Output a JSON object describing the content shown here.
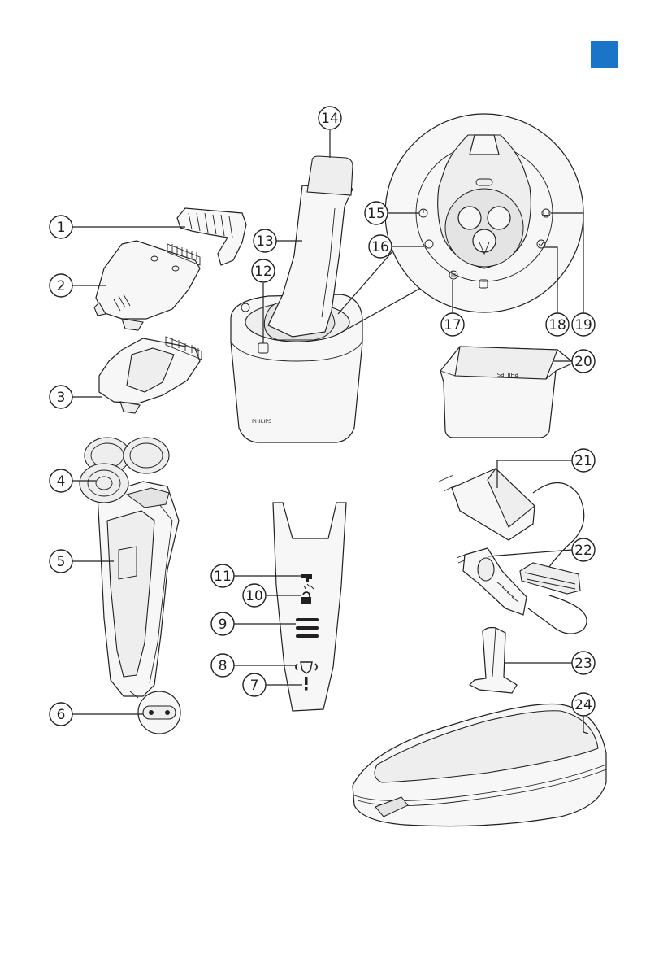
{
  "accent_color": "#1a74c8",
  "brand_text": "PHILIPS",
  "parts": [
    {
      "number": "1"
    },
    {
      "number": "2"
    },
    {
      "number": "3"
    },
    {
      "number": "4"
    },
    {
      "number": "5"
    },
    {
      "number": "6"
    },
    {
      "number": "7"
    },
    {
      "number": "8"
    },
    {
      "number": "9"
    },
    {
      "number": "10"
    },
    {
      "number": "11"
    },
    {
      "number": "12"
    },
    {
      "number": "13"
    },
    {
      "number": "14"
    },
    {
      "number": "15"
    },
    {
      "number": "16"
    },
    {
      "number": "17"
    },
    {
      "number": "18"
    },
    {
      "number": "19"
    },
    {
      "number": "20"
    },
    {
      "number": "21"
    },
    {
      "number": "22"
    },
    {
      "number": "23"
    },
    {
      "number": "24"
    }
  ],
  "icons": {
    "faucet": "faucet-icon",
    "lock": "lock-icon",
    "battery": "battery-level-icon",
    "head_replace": "shaving-head-replace-icon",
    "warning": "exclamation-icon",
    "power": "power-icon",
    "cleaning": "cleaning-cycle-icon",
    "drying": "drying-icon",
    "ready": "checkmark-icon",
    "cartridge": "cartridge-icon"
  }
}
